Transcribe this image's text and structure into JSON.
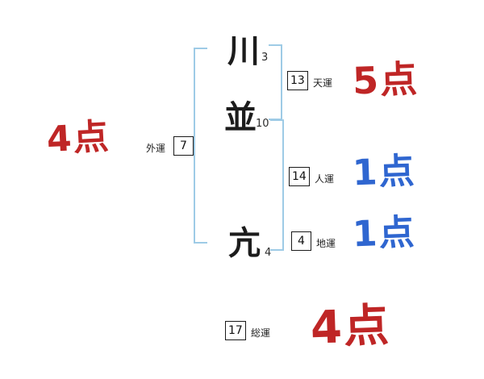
{
  "characters": [
    {
      "char": "川",
      "strokes": "3"
    },
    {
      "char": "並",
      "strokes": "10"
    },
    {
      "char": "亢",
      "strokes": "4"
    }
  ],
  "fortunes": {
    "gaiun": {
      "label": "外運",
      "value": "7",
      "score": "4点",
      "score_color": "red"
    },
    "tenun": {
      "label": "天運",
      "value": "13",
      "score": "5点",
      "score_color": "red"
    },
    "jinun": {
      "label": "人運",
      "value": "14",
      "score": "1点",
      "score_color": "blue"
    },
    "chiun": {
      "label": "地運",
      "value": "4",
      "score": "1点",
      "score_color": "blue"
    },
    "souun": {
      "label": "総運",
      "value": "17",
      "score": "4点",
      "score_color": "red"
    }
  },
  "colors": {
    "score_red": "#bf2626",
    "score_blue": "#2f66d0",
    "bracket_blue": "#9ecbe6"
  }
}
